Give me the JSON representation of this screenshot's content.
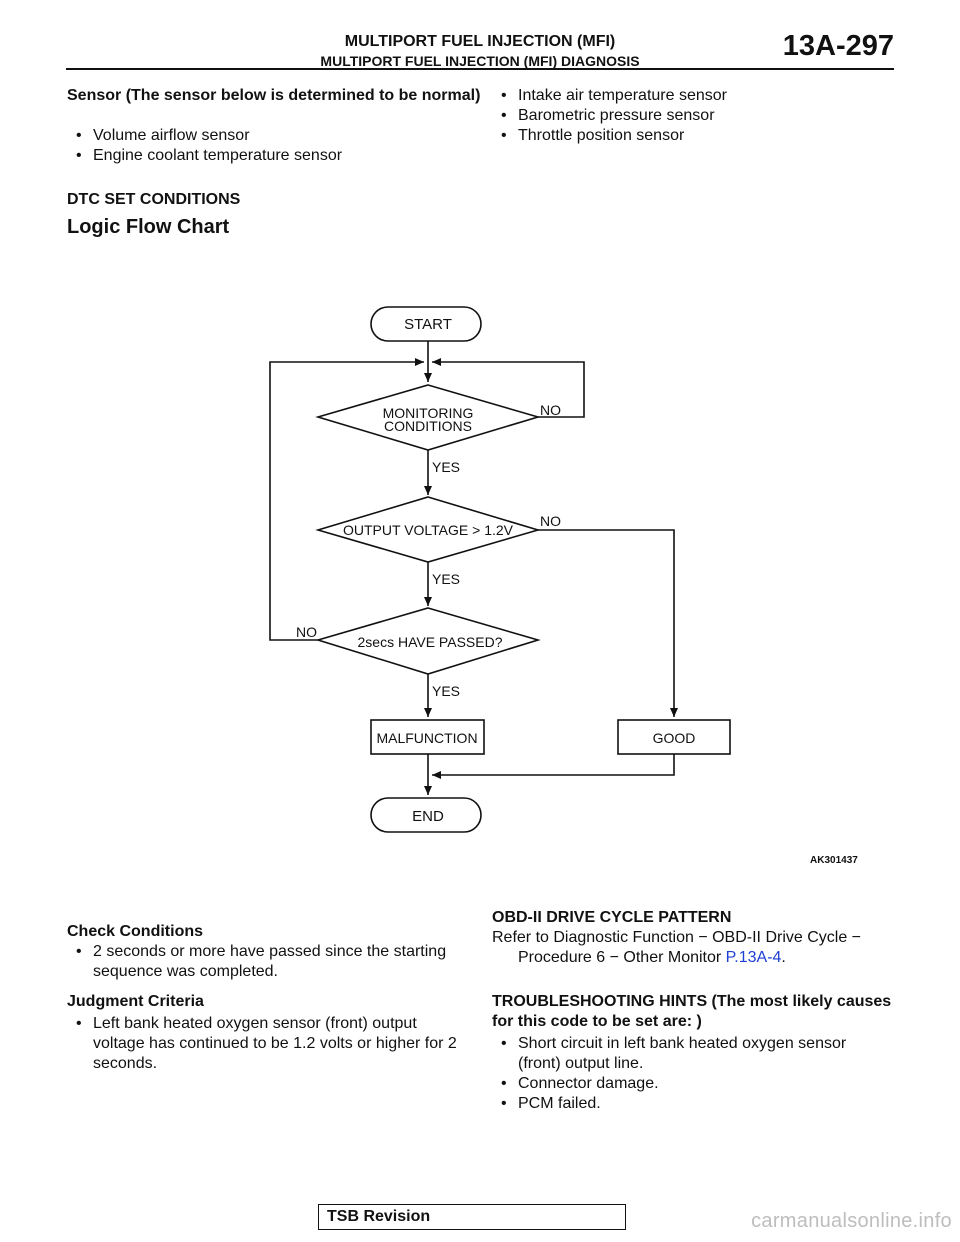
{
  "header": {
    "title": "MULTIPORT FUEL INJECTION (MFI)",
    "subtitle": "MULTIPORT FUEL INJECTION (MFI) DIAGNOSIS",
    "page_number": "13A-297"
  },
  "sensor_section": {
    "heading": "Sensor (The sensor below is determined to be normal)",
    "left_items": [
      "Volume airflow sensor",
      "Engine coolant temperature sensor"
    ],
    "right_items": [
      "Intake air temperature sensor",
      "Barometric pressure sensor",
      "Throttle position sensor"
    ]
  },
  "dtc_heading": "DTC SET CONDITIONS",
  "logic_heading": "Logic Flow Chart",
  "flowchart": {
    "start": "START",
    "decision1_line1": "MONITORING",
    "decision1_line2": "CONDITIONS",
    "decision2": "OUTPUT VOLTAGE > 1.2V",
    "decision3": "2secs HAVE PASSED?",
    "malfunction": "MALFUNCTION",
    "good": "GOOD",
    "end": "END",
    "yes": "YES",
    "no": "NO",
    "figure_id": "AK301437"
  },
  "check_conditions": {
    "heading": "Check Conditions",
    "items": [
      "2 seconds or more have passed since the starting sequence was completed."
    ]
  },
  "judgment_criteria": {
    "heading": "Judgment Criteria",
    "items": [
      "Left bank heated oxygen sensor (front) output voltage has continued to be 1.2 volts or higher for 2 seconds."
    ]
  },
  "obd": {
    "heading": "OBD-II DRIVE CYCLE PATTERN",
    "text": "Refer to Diagnostic Function − OBD-II Drive Cycle − Procedure 6 − Other Monitor",
    "link": "P.13A-4",
    "after_link": "."
  },
  "troubleshooting": {
    "heading": "TROUBLESHOOTING HINTS (The most likely causes for this code to be set are: )",
    "items": [
      "Short circuit in left bank heated oxygen sensor (front) output line.",
      "Connector damage.",
      "PCM failed."
    ]
  },
  "footer": {
    "tsb": "TSB Revision",
    "watermark": "carmanualsonline.info"
  }
}
